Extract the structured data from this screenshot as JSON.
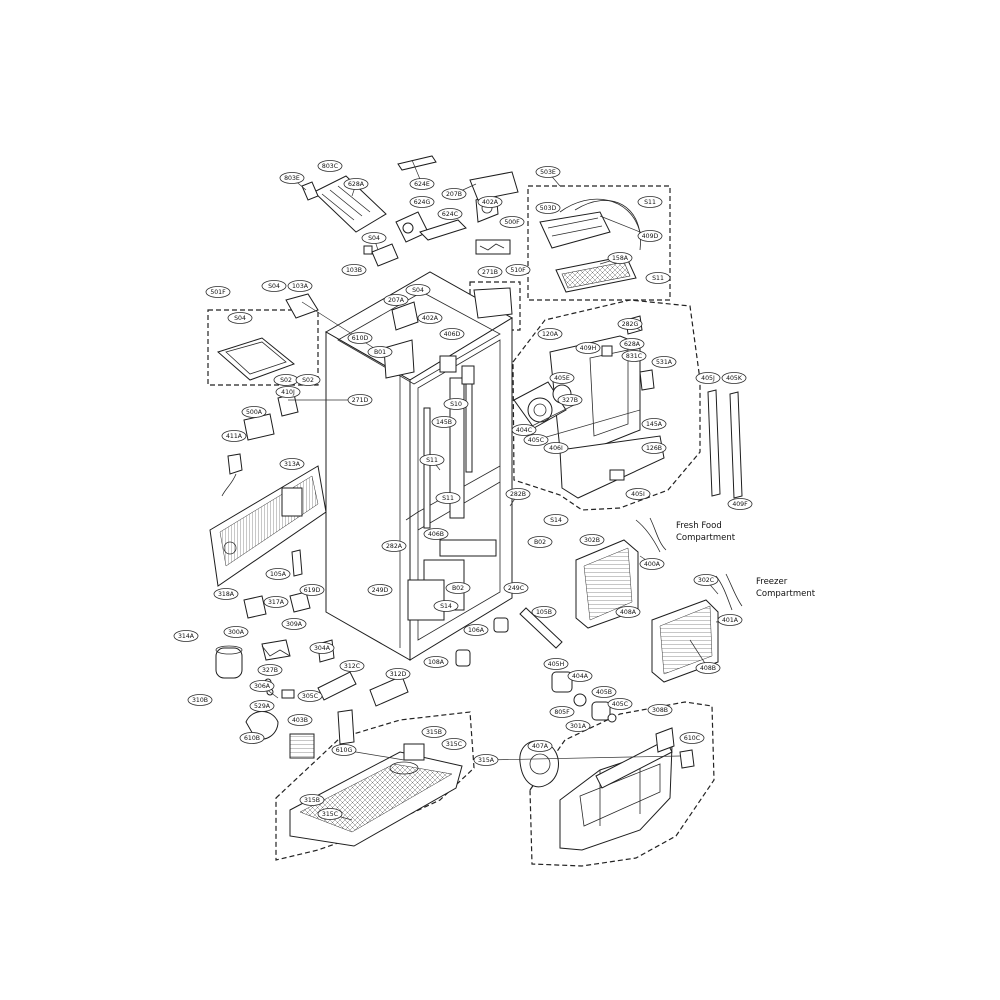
{
  "annotations": {
    "fresh_food_1": "Fresh Food",
    "fresh_food_2": "Compartment",
    "freezer_1": "Freezer",
    "freezer_2": "Compartment"
  },
  "callouts": [
    "803E",
    "803C",
    "628A",
    "624E",
    "S04",
    "207B",
    "402A",
    "503E",
    "S11",
    "624G",
    "624C",
    "500F",
    "503D",
    "409D",
    "S04",
    "103B",
    "271B",
    "510F",
    "158A",
    "S11",
    "501F",
    "S04",
    "103A",
    "S04",
    "207A",
    "402A",
    "S02",
    "610D",
    "B01",
    "406D",
    "120A",
    "282G",
    "409H",
    "628A",
    "831C",
    "531A",
    "410J",
    "S02",
    "271D",
    "S10",
    "405E",
    "327B",
    "405J",
    "405K",
    "500A",
    "145B",
    "404C",
    "405C",
    "406I",
    "145A",
    "126B",
    "411A",
    "S11",
    "313A",
    "S11",
    "282B",
    "405I",
    "409F",
    "S14",
    "406B",
    "B02",
    "302B",
    "282A",
    "400A",
    "105A",
    "B02",
    "249D",
    "249C",
    "619D",
    "318A",
    "S14",
    "105B",
    "317A",
    "302C",
    "401A",
    "106A",
    "309A",
    "408A",
    "314A",
    "300A",
    "304A",
    "408B",
    "327B",
    "312C",
    "312D",
    "108A",
    "405H",
    "404A",
    "305C",
    "306A",
    "405B",
    "310B",
    "805F",
    "529A",
    "403B",
    "301A",
    "405C",
    "610B",
    "308B",
    "610G",
    "315B",
    "407A",
    "610C",
    "315C",
    "315A",
    "315B",
    "315C"
  ],
  "colors": {
    "line": "#1e1e1e",
    "background": "#ffffff"
  }
}
